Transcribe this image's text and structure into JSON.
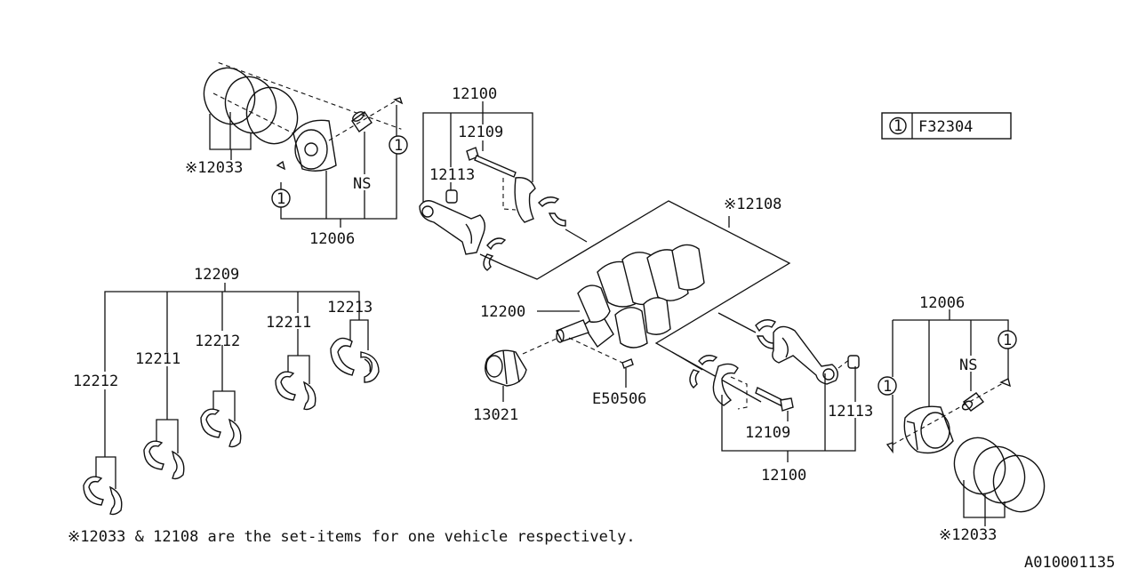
{
  "legend": {
    "marker": "1",
    "ref": "F32304"
  },
  "labels": {
    "p12100_top": "12100",
    "p12109_top": "12109",
    "p12113_top": "12113",
    "p12033_top": "※12033",
    "p12006_top": "12006",
    "ns_top": "NS",
    "p12108": "※12108",
    "p12209": "12209",
    "p12212_a": "12212",
    "p12211_a": "12211",
    "p12212_b": "12212",
    "p12211_b": "12211",
    "p12213": "12213",
    "p12200": "12200",
    "p13021": "13021",
    "e50506": "E50506",
    "p12006_bot": "12006",
    "ns_bot": "NS",
    "p12113_bot": "12113",
    "p12109_bot": "12109",
    "p12100_bot": "12100",
    "p12033_bot": "※12033"
  },
  "markers": {
    "circle_one": "1"
  },
  "footnote": "※12033 & 12108 are the set-items for one vehicle respectively.",
  "figure_id": "A010001135"
}
